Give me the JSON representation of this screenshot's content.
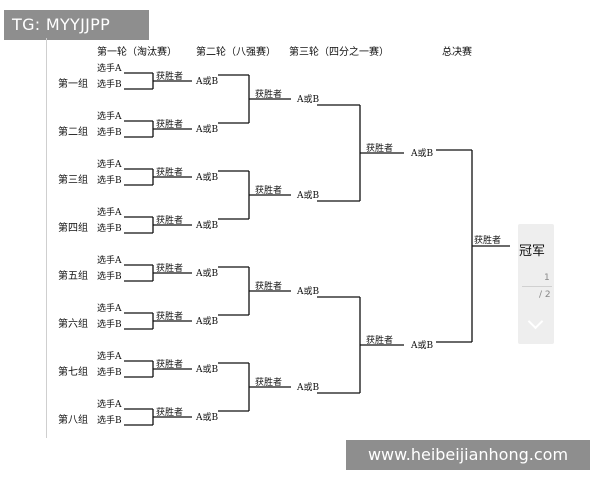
{
  "watermarks": {
    "top": "TG: MYYJJPP",
    "bottom": "www.heibeijianhong.com"
  },
  "headers": {
    "round1": "第一轮（淘汰赛）",
    "round2": "第二轮（八强赛）",
    "round3": "第三轮（四分之一赛）",
    "final": "总决赛"
  },
  "groups": [
    {
      "label": "第一组",
      "player_a": "选手A",
      "player_b": "选手B"
    },
    {
      "label": "第二组",
      "player_a": "选手A",
      "player_b": "选手B"
    },
    {
      "label": "第三组",
      "player_a": "选手A",
      "player_b": "选手B"
    },
    {
      "label": "第四组",
      "player_a": "选手A",
      "player_b": "选手B"
    },
    {
      "label": "第五组",
      "player_a": "选手A",
      "player_b": "选手B"
    },
    {
      "label": "第六组",
      "player_a": "选手A",
      "player_b": "选手B"
    },
    {
      "label": "第七组",
      "player_a": "选手A",
      "player_b": "选手B"
    },
    {
      "label": "第八组",
      "player_a": "选手A",
      "player_b": "选手B"
    }
  ],
  "round1_results": [
    {
      "winner": "获胜者",
      "result": "A或B"
    },
    {
      "winner": "获胜者",
      "result": "A或B"
    },
    {
      "winner": "获胜者",
      "result": "A或B"
    },
    {
      "winner": "获胜者",
      "result": "A或B"
    },
    {
      "winner": "获胜者",
      "result": "A或B"
    },
    {
      "winner": "获胜者",
      "result": "A或B"
    },
    {
      "winner": "获胜者",
      "result": "A或B"
    },
    {
      "winner": "获胜者",
      "result": "A或B"
    }
  ],
  "round2_results": [
    {
      "winner": "获胜者",
      "result": "A或B"
    },
    {
      "winner": "获胜者",
      "result": "A或B"
    },
    {
      "winner": "获胜者",
      "result": "A或B"
    },
    {
      "winner": "获胜者",
      "result": "A或B"
    }
  ],
  "round3_results": [
    {
      "winner": "获胜者",
      "result": "A或B"
    },
    {
      "winner": "获胜者",
      "result": "A或B"
    }
  ],
  "final_result": {
    "winner": "获胜者"
  },
  "champion": {
    "label": "冠军"
  },
  "pager": {
    "current": "1",
    "total": "/ 2"
  }
}
